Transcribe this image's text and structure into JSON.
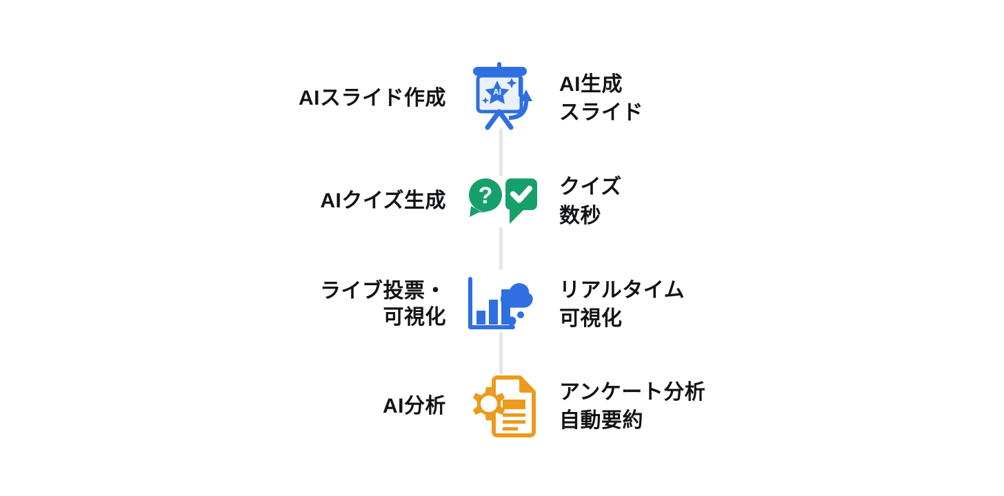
{
  "diagram": {
    "background_color": "#ffffff",
    "text_color": "#111315",
    "connector_color": "#e4e6e8",
    "palette": {
      "blue": "#2f6fe0",
      "blue_light": "#eaf1fd",
      "green": "#17a06a",
      "orange": "#ec9a1e",
      "white": "#ffffff"
    },
    "rows": [
      {
        "id": "ai-slide-creation",
        "left_label": "AIスライド作成",
        "right_label": "AI生成\nスライド",
        "icon": "ai-presentation-icon",
        "icon_color": "#2f6fe0",
        "icon_badge_text": "AI"
      },
      {
        "id": "ai-quiz-generation",
        "left_label": "AIクイズ生成",
        "right_label": "クイズ\n数秒",
        "icon": "quiz-chat-bubbles-icon",
        "icon_color": "#17a06a",
        "icon_badge_text": "?"
      },
      {
        "id": "live-poll-visualization",
        "left_label": "ライブ投票・\n可視化",
        "right_label": "リアルタイム\n可視化",
        "icon": "bar-chart-cloud-icon",
        "icon_color": "#2f6fe0",
        "icon_badge_text": ""
      },
      {
        "id": "ai-analysis",
        "left_label": "AI分析",
        "right_label": "アンケート分析\n自動要約",
        "icon": "gear-document-icon",
        "icon_color": "#ec9a1e",
        "icon_badge_text": ""
      }
    ]
  }
}
